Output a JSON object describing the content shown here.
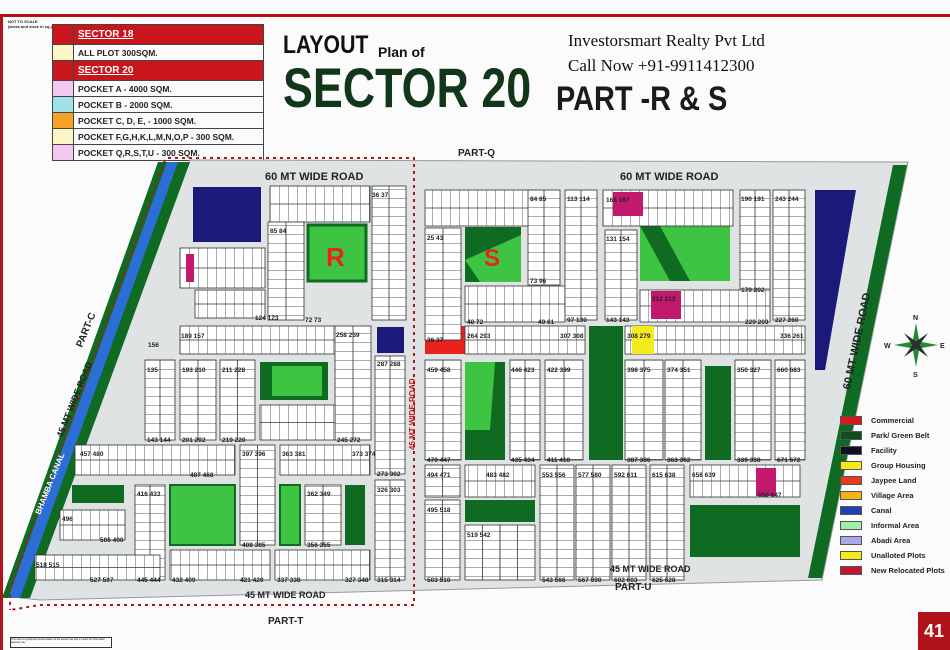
{
  "header": {
    "not_to_scale": "NOT TO SCALE",
    "not_to_scale_note": "(areas and sizes in sq.)",
    "title_layout": "LAYOUT",
    "title_plan_of": "Plan of",
    "title_sector": "SECTOR 20",
    "title_part": "PART -R & S",
    "company": "Investorsmart Realty Pvt Ltd",
    "phone": "Call Now +91-9911412300"
  },
  "plot_legend": [
    {
      "type": "heading",
      "label": "SECTOR 18",
      "color": "#c8161c"
    },
    {
      "type": "item",
      "label": "ALL PLOT 300SQM.",
      "color": "#fbf7c4"
    },
    {
      "type": "heading",
      "label": "SECTOR 20",
      "color": "#c8161c"
    },
    {
      "type": "item",
      "label": "POCKET A   - 4000 SQM.",
      "color": "#f3c8ee"
    },
    {
      "type": "item",
      "label": "POCKET B   - 2000 SQM.",
      "color": "#9fe0ea"
    },
    {
      "type": "item",
      "label": "POCKET C, D, E, - 1000 SQM.",
      "color": "#f2a328"
    },
    {
      "type": "item",
      "label": "POCKET  F,G,H,K,L,M,N,O,P - 300 SQM.",
      "color": "#fbf7c4"
    },
    {
      "type": "item",
      "label": "POCKET Q,R,S,T,U - 300 SQM.",
      "color": "#f3c8ee"
    }
  ],
  "map": {
    "part_q": "PART-Q",
    "part_c": "PART-C",
    "part_t": "PART-T",
    "part_u": "PART-U",
    "road_60_left": "60 MT WIDE ROAD",
    "road_60_right": "60 MT WIDE ROAD",
    "road_60_east": "60 MT WIDE ROAD",
    "road_45_west": "45 MT WIDE ROAD",
    "road_45_mid": "45 MT WIDE ROAD",
    "road_45_bottom_left": "45 MT WIDE ROAD",
    "road_45_bottom_right": "45 MT WIDE ROAD",
    "canal": "BHAMBA CANAL",
    "park_r": "R",
    "park_s": "S",
    "compass": {
      "n": "N",
      "s": "S",
      "e": "E",
      "w": "W"
    },
    "colors": {
      "land": "#dfe3e3",
      "park_dark": "#0f6b22",
      "park_light": "#3ec443",
      "commercial": "#e8231f",
      "facility": "#1b1a7a",
      "canal": "#2b6fd6",
      "plot_pink": "#c2186d",
      "plot_yellow": "#f5ea1c"
    }
  },
  "plots": {
    "labels": [
      "84 85",
      "73 96",
      "113 114",
      "97 130",
      "131 154",
      "143 143",
      "190 191",
      "179 202",
      "243 244",
      "227 260",
      "25 43",
      "36 37",
      "48 72",
      "49 61",
      "264 293",
      "307 308",
      "308 279",
      "336 261",
      "459 458",
      "470 447",
      "446 423",
      "435 434",
      "422 399",
      "411 410",
      "398 375",
      "387 386",
      "374 351",
      "363 362",
      "350 327",
      "339 338",
      "660 683",
      "671 672",
      "494 471",
      "483 482",
      "495 518",
      "503 510",
      "519 542",
      "553 556",
      "543 566",
      "577 580",
      "567 590",
      "592 611",
      "602 603",
      "615 638",
      "625 628",
      "658 639",
      "650 647",
      "36 37",
      "85 84",
      "72 73",
      "189 157",
      "258 259",
      "287 288",
      "273 302",
      "135",
      "193 210",
      "211 228",
      "201 202",
      "219 220",
      "245 272",
      "143 144",
      "457 480",
      "487 468",
      "397 396",
      "363 381",
      "373 374",
      "416 433",
      "445 444",
      "362 349",
      "356 355",
      "326 303",
      "315 314",
      "408 385",
      "496",
      "506 490",
      "432 409",
      "421 420",
      "337 338",
      "327 348",
      "518 515",
      "527 507",
      "156",
      "124 123",
      "212 213",
      "229 203",
      "166 167"
    ]
  },
  "map_legend": [
    {
      "label": "Commercial",
      "color": "#d9161c"
    },
    {
      "label": "Park/ Green Belt",
      "color": "#0f4d1c"
    },
    {
      "label": "Facility",
      "color": "#101020"
    },
    {
      "label": "Group Housing",
      "color": "#f3e91b"
    },
    {
      "label": "Jaypee Land",
      "color": "#ea3a1e"
    },
    {
      "label": "Village Area",
      "color": "#f5b21b"
    },
    {
      "label": "Canal",
      "color": "#1f3fb5"
    },
    {
      "label": "Informal Area",
      "color": "#9ef0a8"
    },
    {
      "label": "Abadi Area",
      "color": "#a9a8ee"
    },
    {
      "label": "Unalloted Plots",
      "color": "#f5ea1c"
    },
    {
      "label": "New Relocated Plots",
      "color": "#c2162e"
    }
  ],
  "footer": {
    "page_number": "41",
    "disclaimer": "This map is a graphical representation of the actual map and is meant for information purpose only"
  }
}
